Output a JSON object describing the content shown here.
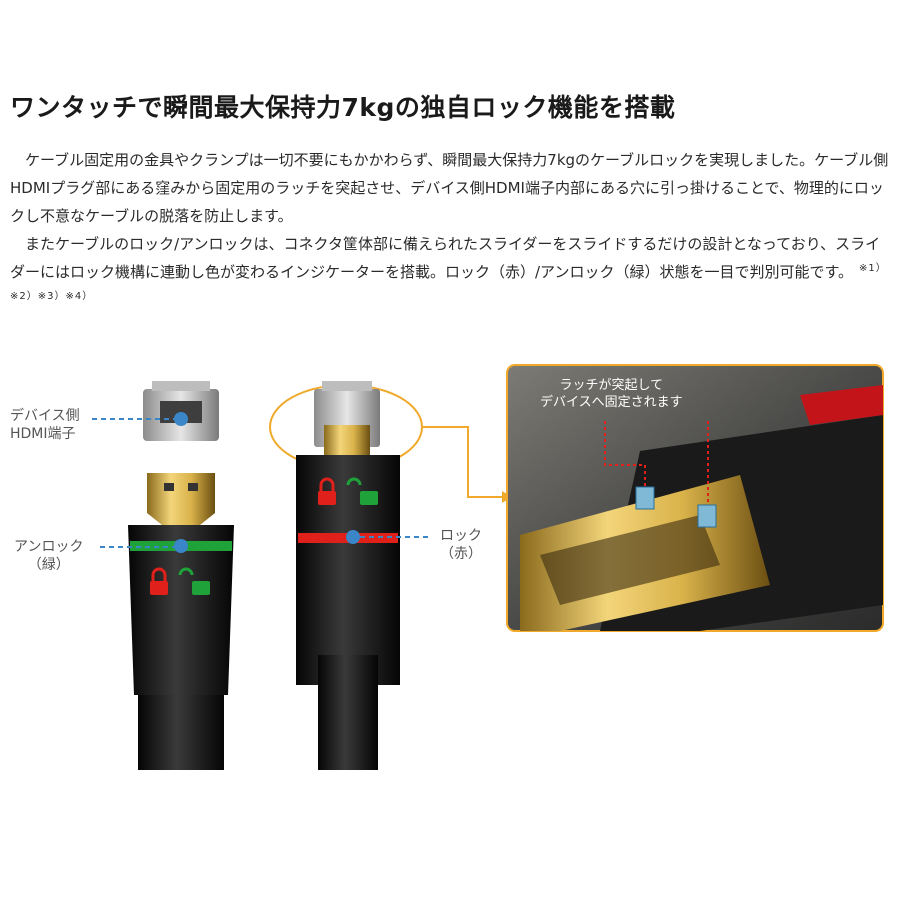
{
  "heading": "ワンタッチで瞬間最大保持力7kgの独自ロック機能を搭載",
  "paragraphs": [
    "ケーブル固定用の金具やクランプは一切不要にもかかわらず、瞬間最大保持力7kgのケーブルロックを実現しました。ケーブル側HDMIプラグ部にある窪みから固定用のラッチを突起させ、デバイス側HDMI端子内部にある穴に引っ掛けることで、物理的にロックし不意なケーブルの脱落を防止します。",
    "またケーブルのロック/アンロックは、コネクタ筐体部に備えられたスライダーをスライドするだけの設計となっており、スライダーにはロック機構に連動し色が変わるインジケーターを搭載。ロック（赤）/アンロック（緑）状態を一目で判別可能です。"
  ],
  "notes": "※1）※2）※3）※4）",
  "figure": {
    "labels": {
      "device_port_line1": "デバイス側",
      "device_port_line2": "HDMI端子",
      "unlock_line1": "アンロック",
      "unlock_line2": "（緑）",
      "lock_line1": "ロック",
      "lock_line2": "（赤）"
    },
    "callout": {
      "line1": "ラッチが突起して",
      "line2": "デバイスへ固定されます"
    },
    "colors": {
      "leader_line": "#3a86c8",
      "frame_orange": "#f0a92a",
      "lock_red": "#e0201b",
      "unlock_green": "#1fa23a",
      "gold": "#d9b24a",
      "cable_black": "#111111"
    }
  }
}
